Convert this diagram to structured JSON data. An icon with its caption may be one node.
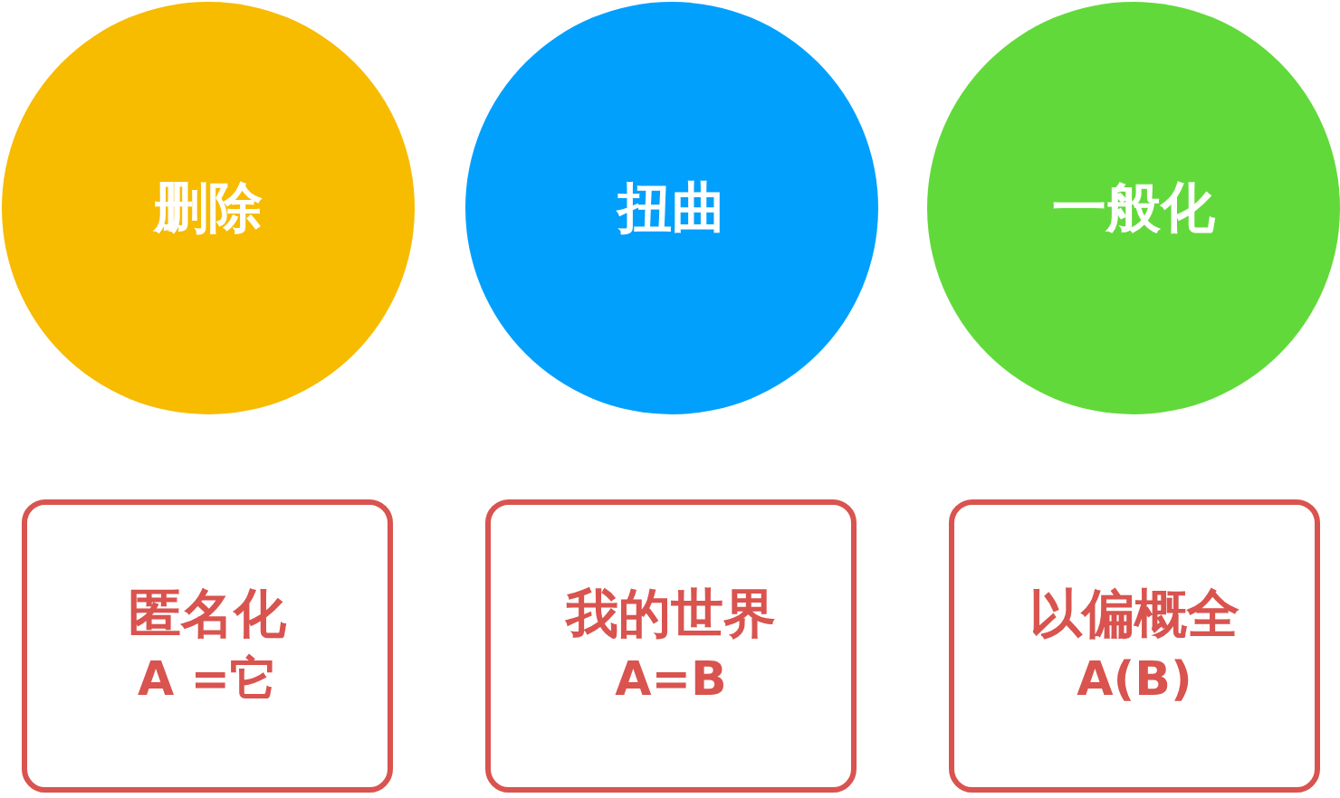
{
  "diagram": {
    "nodes": [
      {
        "text": [
          "删除"
        ]
      },
      {
        "text": [
          "扭曲"
        ]
      },
      {
        "text": [
          "一般化"
        ]
      },
      {
        "text": [
          "匿名化",
          "A =它"
        ]
      },
      {
        "text": [
          "我的世界",
          "A=B"
        ]
      },
      {
        "text": [
          "以偏概全",
          "A(B)"
        ]
      }
    ]
  }
}
